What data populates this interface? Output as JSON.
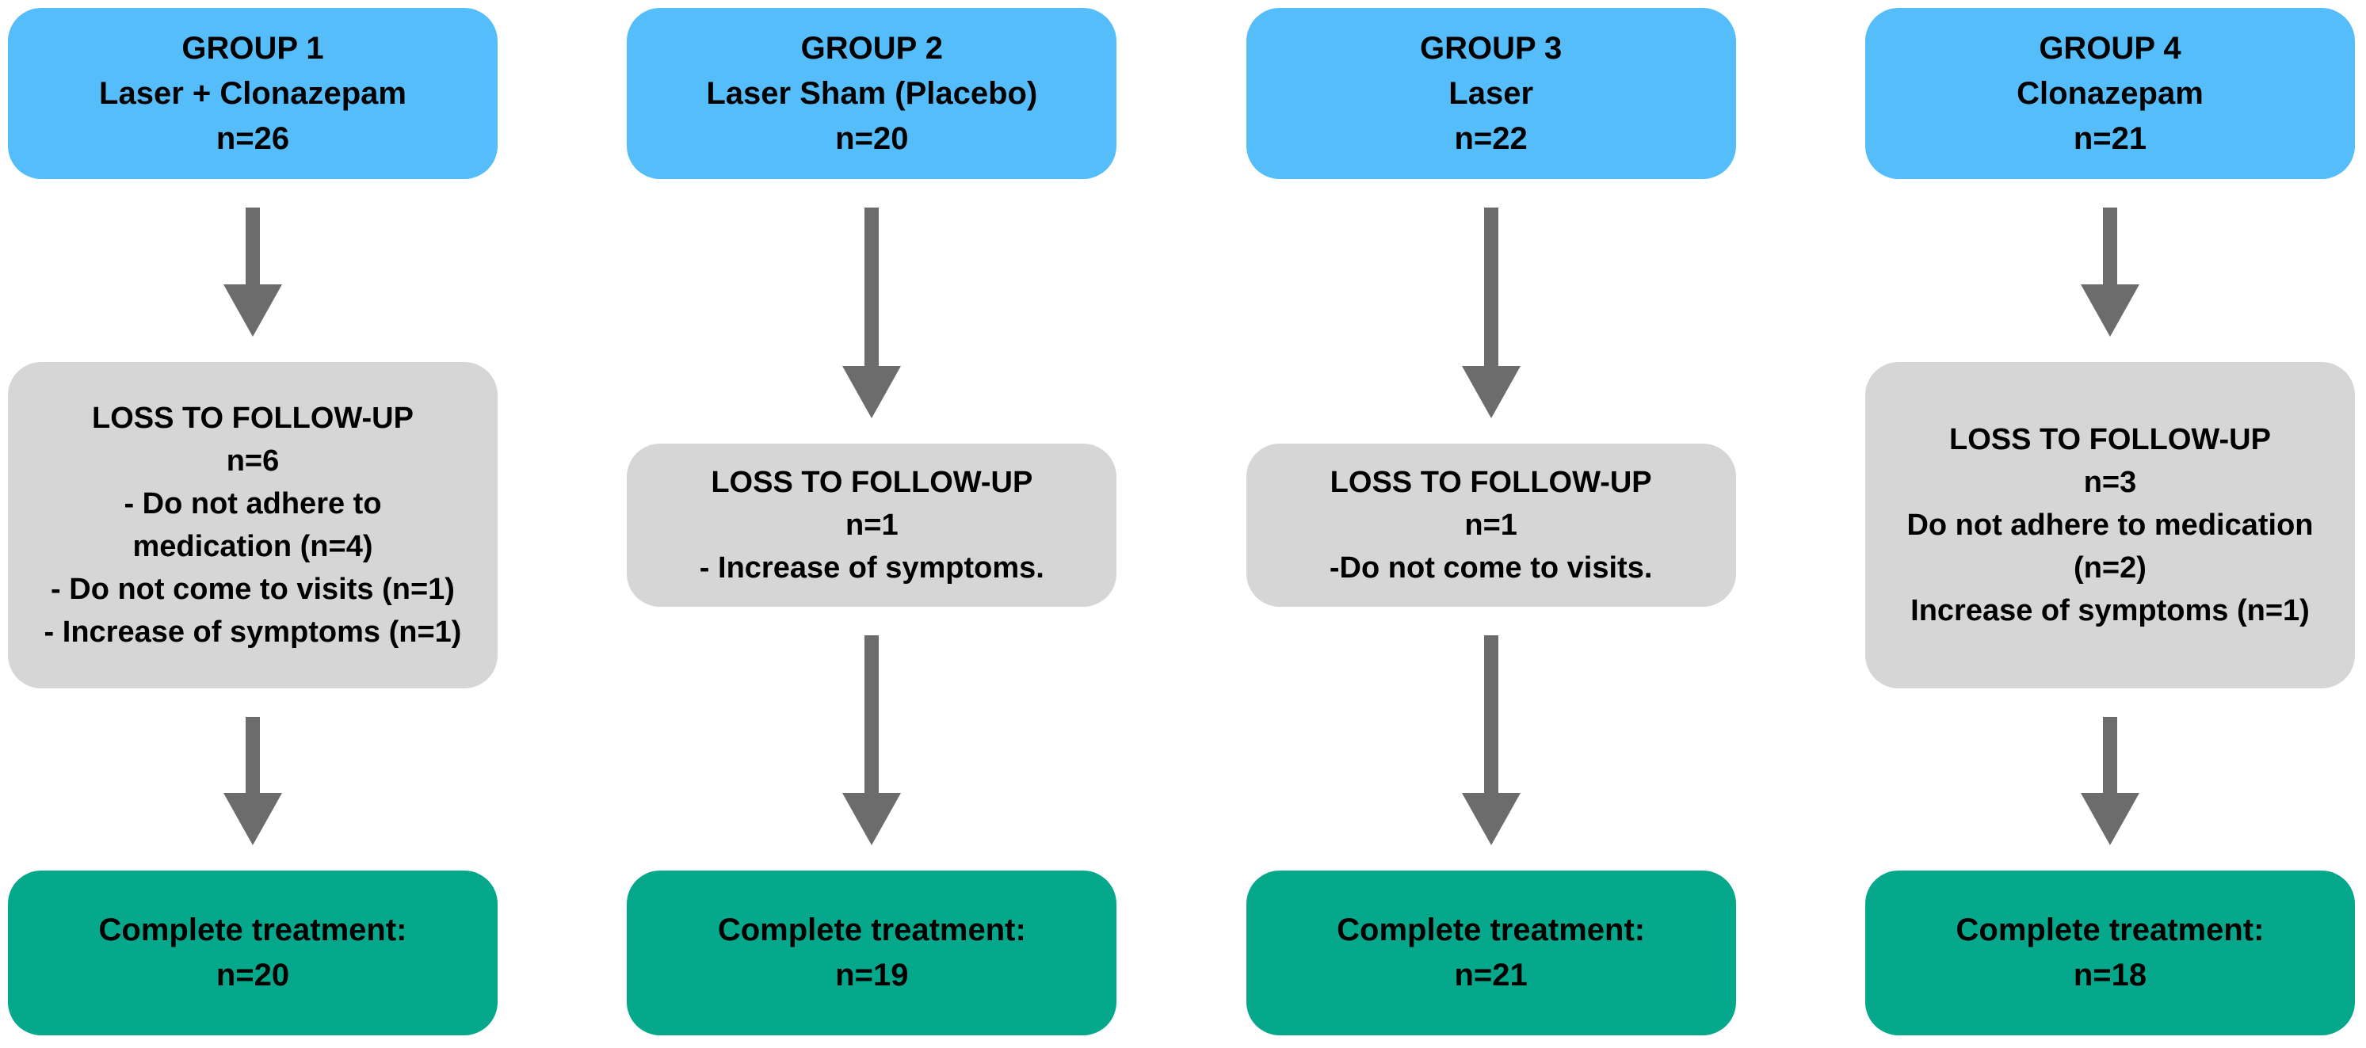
{
  "colors": {
    "background": "#ffffff",
    "group_box_bg": "#55befa",
    "loss_box_bg": "#d6d6d6",
    "complete_box_bg": "#06a88c",
    "arrow": "#6c6c6c",
    "text": "#000000"
  },
  "columns": [
    {
      "group_box": {
        "lines": [
          "GROUP 1",
          "Laser + Clonazepam",
          "n=26"
        ]
      },
      "loss_box": {
        "lines": [
          "LOSS TO FOLLOW-UP",
          "n=6",
          "- Do not adhere to",
          "medication (n=4)",
          "- Do not come to visits (n=1)",
          "- Increase of symptoms (n=1)"
        ]
      },
      "complete_box": {
        "lines": [
          "Complete treatment:",
          "n=20"
        ]
      }
    },
    {
      "group_box": {
        "lines": [
          "GROUP 2",
          "Laser Sham (Placebo)",
          "n=20"
        ]
      },
      "loss_box": {
        "lines": [
          "LOSS TO FOLLOW-UP",
          "n=1",
          "- Increase of symptoms."
        ]
      },
      "complete_box": {
        "lines": [
          "Complete treatment:",
          "n=19"
        ]
      }
    },
    {
      "group_box": {
        "lines": [
          "GROUP 3",
          "Laser",
          "n=22"
        ]
      },
      "loss_box": {
        "lines": [
          "LOSS TO FOLLOW-UP",
          "n=1",
          "-Do not come to visits."
        ]
      },
      "complete_box": {
        "lines": [
          "Complete treatment:",
          "n=21"
        ]
      }
    },
    {
      "group_box": {
        "lines": [
          "GROUP 4",
          "Clonazepam",
          "n=21"
        ]
      },
      "loss_box": {
        "lines": [
          "LOSS TO FOLLOW-UP",
          "n=3",
          "Do not adhere to medication",
          "(n=2)",
          "Increase of symptoms (n=1)"
        ]
      },
      "complete_box": {
        "lines": [
          "Complete treatment:",
          "n=18"
        ]
      }
    }
  ]
}
